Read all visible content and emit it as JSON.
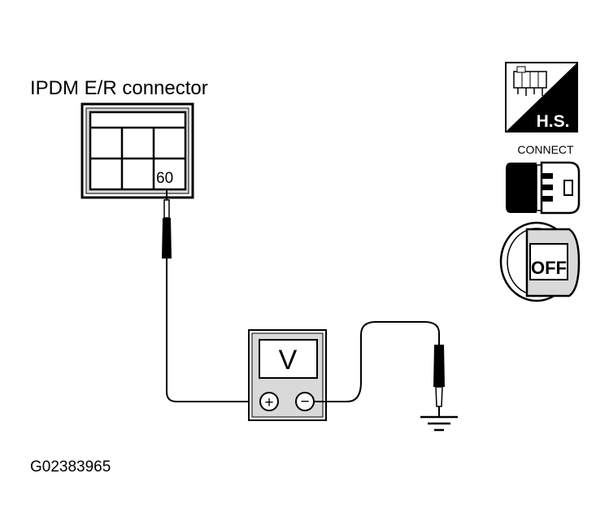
{
  "diagram": {
    "connector_label": "IPDM E/R connector",
    "terminal_number": "60",
    "meter_label": "V",
    "meter_positive": "+",
    "meter_negative": "−",
    "figure_code": "G02383965"
  },
  "icons": {
    "harness_side": {
      "name": "harness-side-icon",
      "text": "H.S."
    },
    "connect": {
      "name": "connect-icon",
      "text": "CONNECT"
    },
    "ignition": {
      "name": "ignition-off-icon",
      "text": "OFF"
    }
  },
  "colors": {
    "line": "#000000",
    "fill_gray": "#d9d9d9",
    "background": "#ffffff"
  }
}
